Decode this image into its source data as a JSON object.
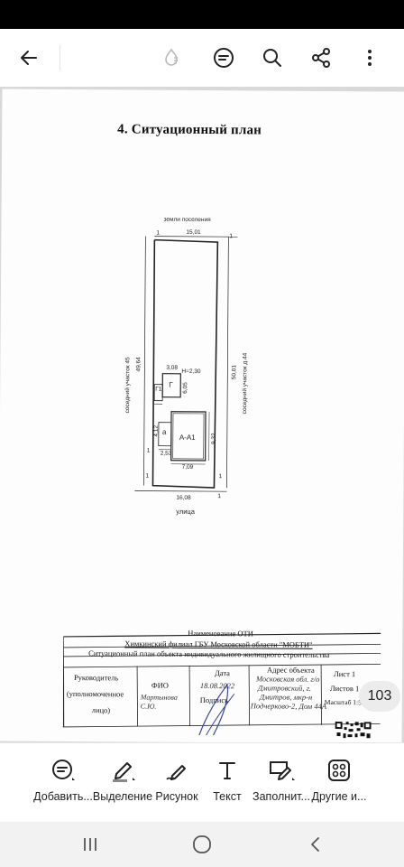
{
  "toolbar": {
    "back_icon": "arrow-left-icon",
    "actions": [
      "reading-mode-icon",
      "annotations-icon",
      "search-icon",
      "share-icon",
      "more-vertical-icon"
    ]
  },
  "document": {
    "title": "4. Ситуационный план",
    "plan": {
      "top_label": "земли поселения",
      "top_length": "15,01",
      "left_side_label": "соседний участок 45",
      "right_side_label": "соседний участок д.44",
      "left_length": "49,64",
      "right_length": "50,01",
      "bottom_length": "16,08",
      "bottom_label": "улица",
      "garage_width": "3,08",
      "garage_height_label": "Н=2,30",
      "garage_depth": "6,05",
      "garage_letter": "Г",
      "shed_letter": "Г1",
      "house_label": "А-А1",
      "house_width": "7,09",
      "house_depth": "9,32",
      "porch_letter": "а",
      "porch_width": "2,53",
      "side_dim": "4,12",
      "corner_marks": [
        "1",
        "1",
        "1",
        "1",
        "1",
        "1"
      ]
    },
    "stamp": {
      "heading": "Наименование ОТИ",
      "organization": "Химкинский филиал ГБУ Московской области \"МОБТИ\"",
      "document_type": "Ситуационный план объекта индивидуального жилищного строительства",
      "head_label_1": "Руководитель",
      "head_label_2": "(уполномоченное",
      "head_label_3": "лицо)",
      "fio_label": "ФИО",
      "fio_value": "Мартынова С.Ю.",
      "date_label": "Дата",
      "date_value": "18.08.2022",
      "signature_label": "Подпись",
      "address_label": "Адрес объекта",
      "address_line_1": "Московская обл. г/о",
      "address_line_2": "Дмитровский, г.",
      "address_line_3": "Дмитров, мкр-н",
      "address_line_4": "Подчерково-2, Дом 44А",
      "sheet_label": "Лист 1",
      "sheets_label": "Листов 1",
      "scale_label": "Масштаб 1:500"
    }
  },
  "page_indicator": "103",
  "tools": [
    {
      "label": "Добавить...",
      "icon": "add-note-icon"
    },
    {
      "label": "Выделение",
      "icon": "highlighter-icon"
    },
    {
      "label": "Рисунок",
      "icon": "pen-icon"
    },
    {
      "label": "Текст",
      "icon": "text-icon"
    },
    {
      "label": "Заполнит...",
      "icon": "fill-sign-icon"
    },
    {
      "label": "Другие и...",
      "icon": "grid-icon"
    }
  ],
  "nav": [
    "recent-apps-icon",
    "home-icon",
    "back-icon"
  ]
}
